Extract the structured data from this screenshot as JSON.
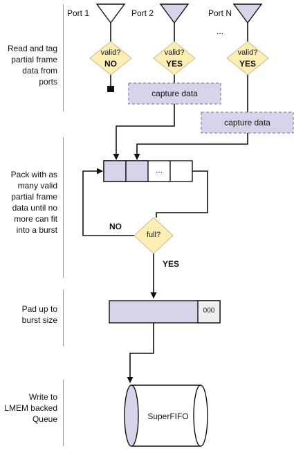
{
  "ports": {
    "port1": "Port 1",
    "port2": "Port 2",
    "portn": "Port N",
    "ellipsis": "..."
  },
  "stages": {
    "read": "Read and tag partial frame data from ports",
    "pack": "Pack with as many valid partial frame data until no more can fit into a burst",
    "pad": "Pad up to burst size",
    "write": "Write to LMEM backed Queue"
  },
  "decisions": {
    "valid_q": "valid?",
    "no": "NO",
    "yes": "YES",
    "full_q": "full?"
  },
  "boxes": {
    "capture": "capture data",
    "slots_ellipsis": "...",
    "pad_fill": "000",
    "queue": "SuperFIFO"
  },
  "colors": {
    "lavender": "#d9d3ea",
    "diamond": "#fdeeb4",
    "line": "#111111",
    "dashed_border": "#8a7fb0"
  }
}
